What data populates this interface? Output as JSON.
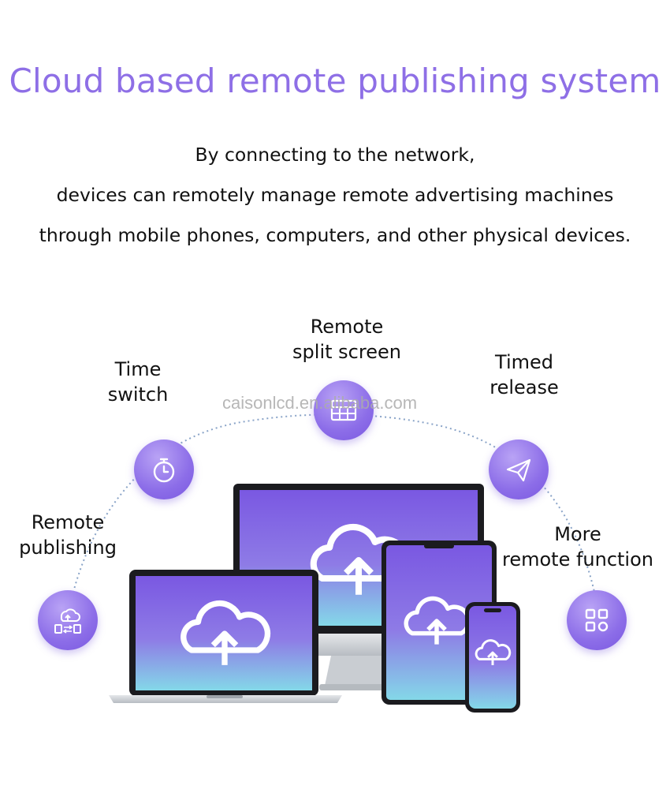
{
  "title": "Cloud based remote publishing system",
  "subtitle": {
    "line1": "By connecting to the network,",
    "line2": "devices can remotely manage remote advertising machines",
    "line3": "through mobile phones, computers, and other physical devices."
  },
  "features": [
    {
      "line1": "Remote",
      "line2": "publishing",
      "icon": "cloud-devices-icon"
    },
    {
      "line1": "Time",
      "line2": "switch",
      "icon": "stopwatch-icon"
    },
    {
      "line1": "Remote",
      "line2": "split screen",
      "icon": "split-screen-icon"
    },
    {
      "line1": "Timed",
      "line2": "release",
      "icon": "paper-plane-icon"
    },
    {
      "line1": "More",
      "line2": "remote function",
      "icon": "app-grid-icon"
    }
  ],
  "watermark": "caisonlcd.en.alibaba.com",
  "colors": {
    "accent": "#8e6fe6",
    "screen_top": "#7b5be3",
    "screen_bottom": "#7fd3e6"
  }
}
